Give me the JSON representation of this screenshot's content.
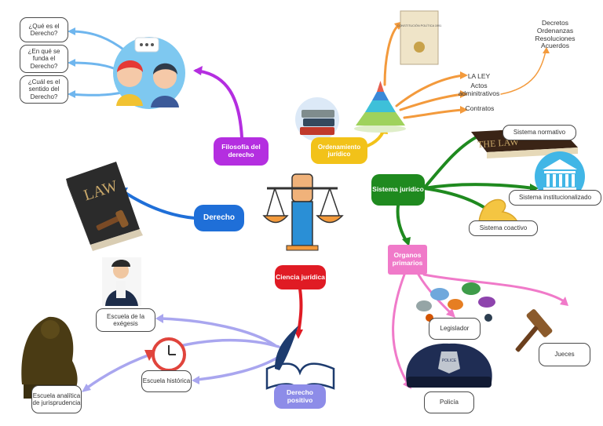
{
  "colors": {
    "filosofia": "#b42ee0",
    "derecho": "#1f6fd8",
    "ciencia": "#e01b24",
    "ordenamiento": "#f2c219",
    "sistema": "#1f8a1f",
    "organos": "#f07ac9",
    "derecho_positivo": "#8d8ce8",
    "orange_link": "#f39a3c",
    "light_blue_link": "#6fb6ee",
    "lavender_link": "#a9a6ef"
  },
  "center": {
    "icon": "justice-scale-fist-icon"
  },
  "filosofia": {
    "label": "Filosofía del derecho",
    "questions": [
      "¿Qué es el Derecho?",
      "¿En qué se funda el Derecho?",
      "¿Cuál es el sentido del Derecho?"
    ]
  },
  "derecho": {
    "label": "Derecho"
  },
  "ciencia": {
    "label": "Ciencia jurídica"
  },
  "derecho_positivo": {
    "label": "Derecho positivo",
    "schools": [
      "Escuela de la exégesis",
      "Escuela histórica",
      "Escuela analítica de jurisprudencia"
    ]
  },
  "ordenamiento": {
    "label": "Ordenamiento jurídico",
    "items": [
      "LA LEY",
      "Actos adminitrativos",
      "Contratos"
    ],
    "decrees": [
      "Decretos",
      "Ordenanzas",
      "Resoluciones",
      "Acuerdos"
    ],
    "document_title": "CONSTITUCIÓN POLÍTICA 1991"
  },
  "sistema": {
    "label": "Sistema jurídico",
    "items": [
      "Sistema normativo",
      "Sistema institucionalizado",
      "Sistema coactivo"
    ],
    "book_text": "THE LAW"
  },
  "organos": {
    "label": "Organos primarios",
    "items": [
      "Legislador",
      "Jueces",
      "Policía"
    ],
    "cap_badge": "POLICE"
  },
  "law_book": {
    "text": "LAW"
  }
}
